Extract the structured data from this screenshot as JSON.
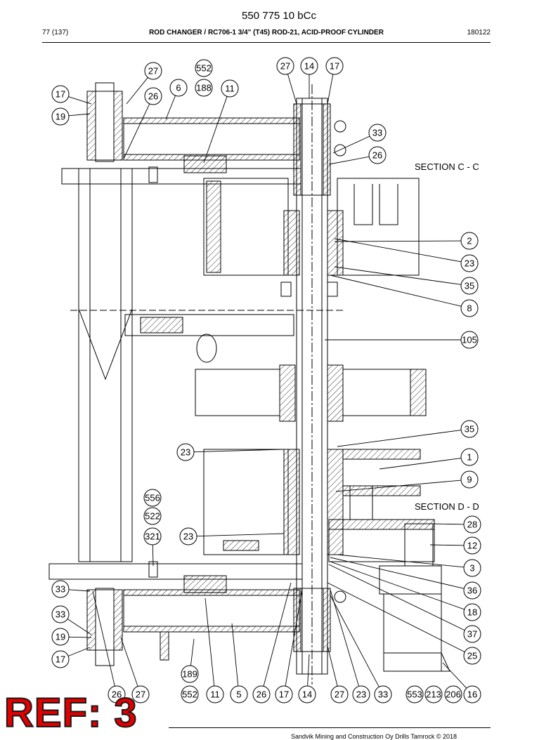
{
  "header": {
    "doc_number": "550 775 10 bCc",
    "page": "77 (137)",
    "title": "ROD CHANGER / RC706-1 3/4\" (T45) ROD-21, ACID-PROOF CYLINDER",
    "date_code": "180122"
  },
  "sections": [
    "SECTION C - C",
    "SECTION D - D"
  ],
  "callouts": [
    "27",
    "552",
    "188",
    "11",
    "6",
    "26",
    "17",
    "19",
    "27",
    "14",
    "17",
    "33",
    "26",
    "2",
    "23",
    "35",
    "8",
    "105",
    "35",
    "23",
    "1",
    "9",
    "556",
    "522",
    "321",
    "23",
    "28",
    "12",
    "3",
    "36",
    "18",
    "37",
    "25",
    "33",
    "33",
    "19",
    "17",
    "189",
    "26",
    "27",
    "552",
    "11",
    "5",
    "26",
    "17",
    "14",
    "27",
    "23",
    "33",
    "553",
    "213",
    "206",
    "16"
  ],
  "stamp": "REF: 3",
  "footer": "Sandvik Mining and Construction Oy Drills Tamrock © 2018"
}
